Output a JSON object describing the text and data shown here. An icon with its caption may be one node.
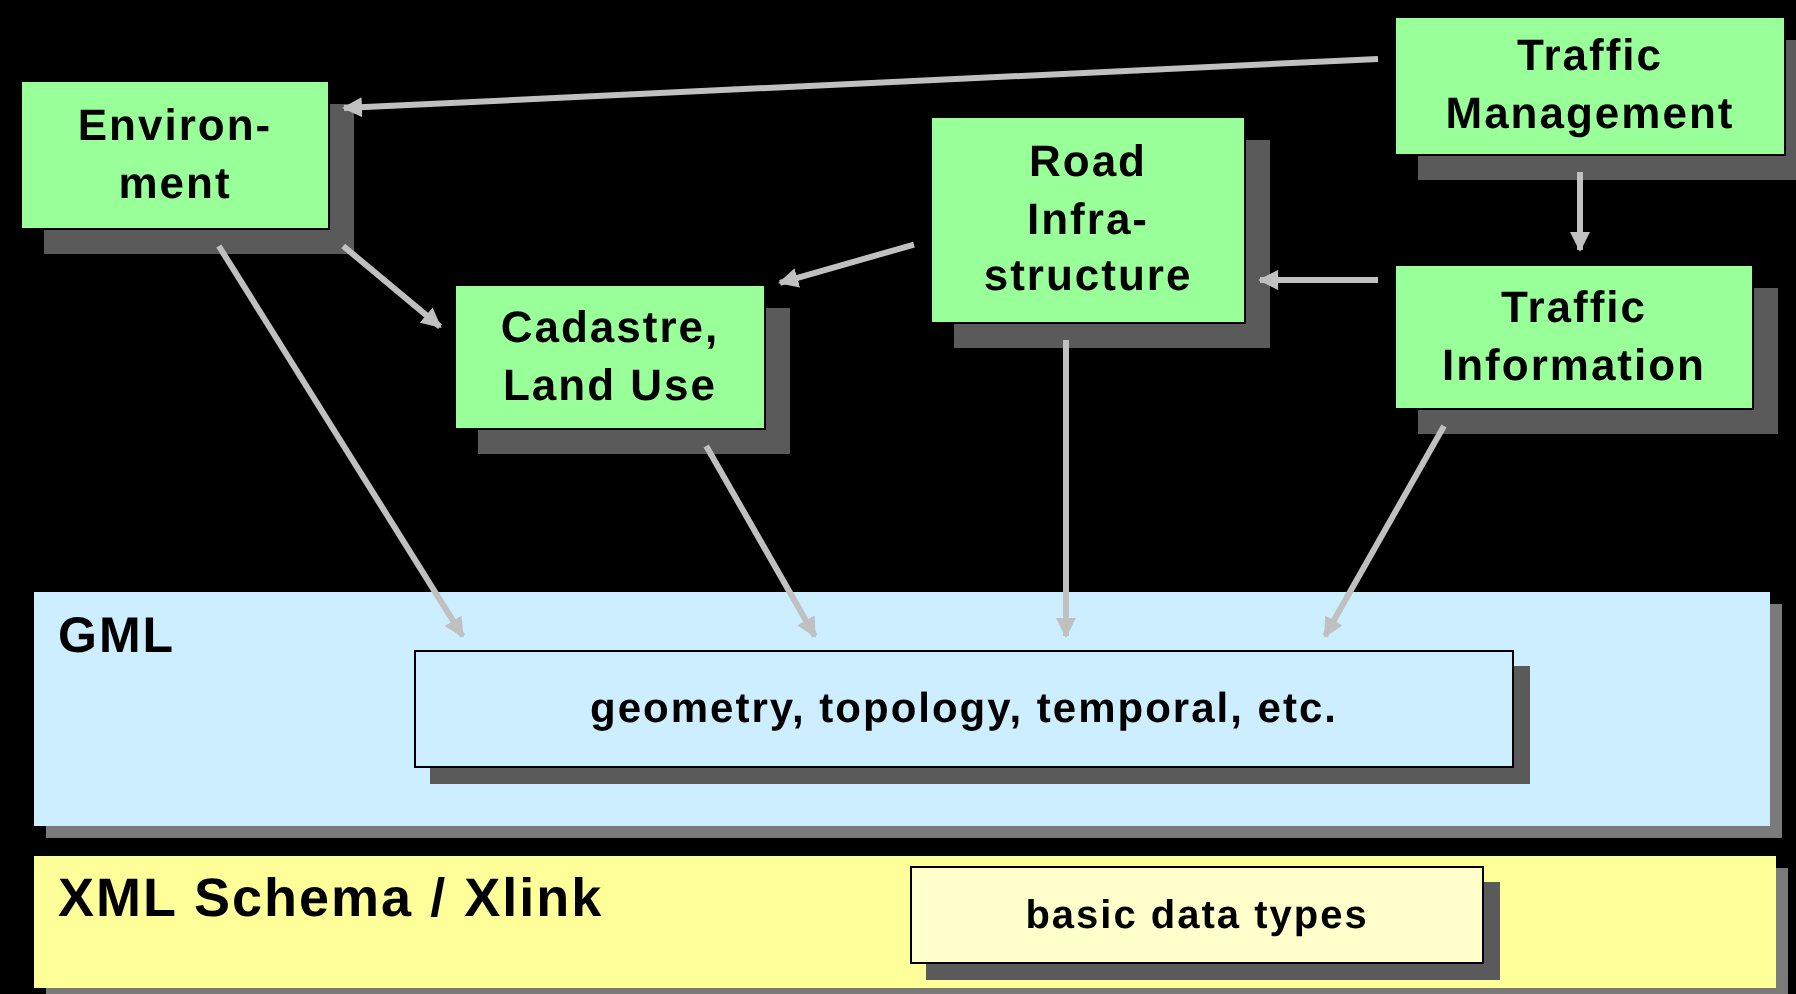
{
  "diagram": {
    "nodes": [
      {
        "text": [
          "Environ- ment"
        ]
      },
      {
        "text": [
          "Traffic Management"
        ]
      },
      {
        "text": [
          "Road Infra- structure"
        ]
      },
      {
        "text": [
          "Cadastre, Land Use"
        ]
      },
      {
        "text": [
          "Traffic Information"
        ]
      },
      {
        "text": [
          "GML"
        ]
      },
      {
        "text": [
          "geometry, topology, temporal, etc."
        ],
        "in": 5
      },
      {
        "text": [
          "XML Schema / Xlink"
        ]
      },
      {
        "text": [
          "basic data types"
        ],
        "in": 7
      }
    ],
    "edges": [
      {
        "from": 1,
        "to": 0,
        "arrow": "to"
      },
      {
        "from": 1,
        "to": 4,
        "arrow": "to"
      },
      {
        "from": 4,
        "to": 2,
        "arrow": "to"
      },
      {
        "from": 2,
        "to": 3,
        "arrow": "to"
      },
      {
        "from": 0,
        "to": 3,
        "arrow": "to"
      },
      {
        "from": 0,
        "to": 6,
        "arrow": "to"
      },
      {
        "from": 3,
        "to": 6,
        "arrow": "to"
      },
      {
        "from": 2,
        "to": 6,
        "arrow": "to"
      },
      {
        "from": 4,
        "to": 6,
        "arrow": "to"
      }
    ]
  }
}
